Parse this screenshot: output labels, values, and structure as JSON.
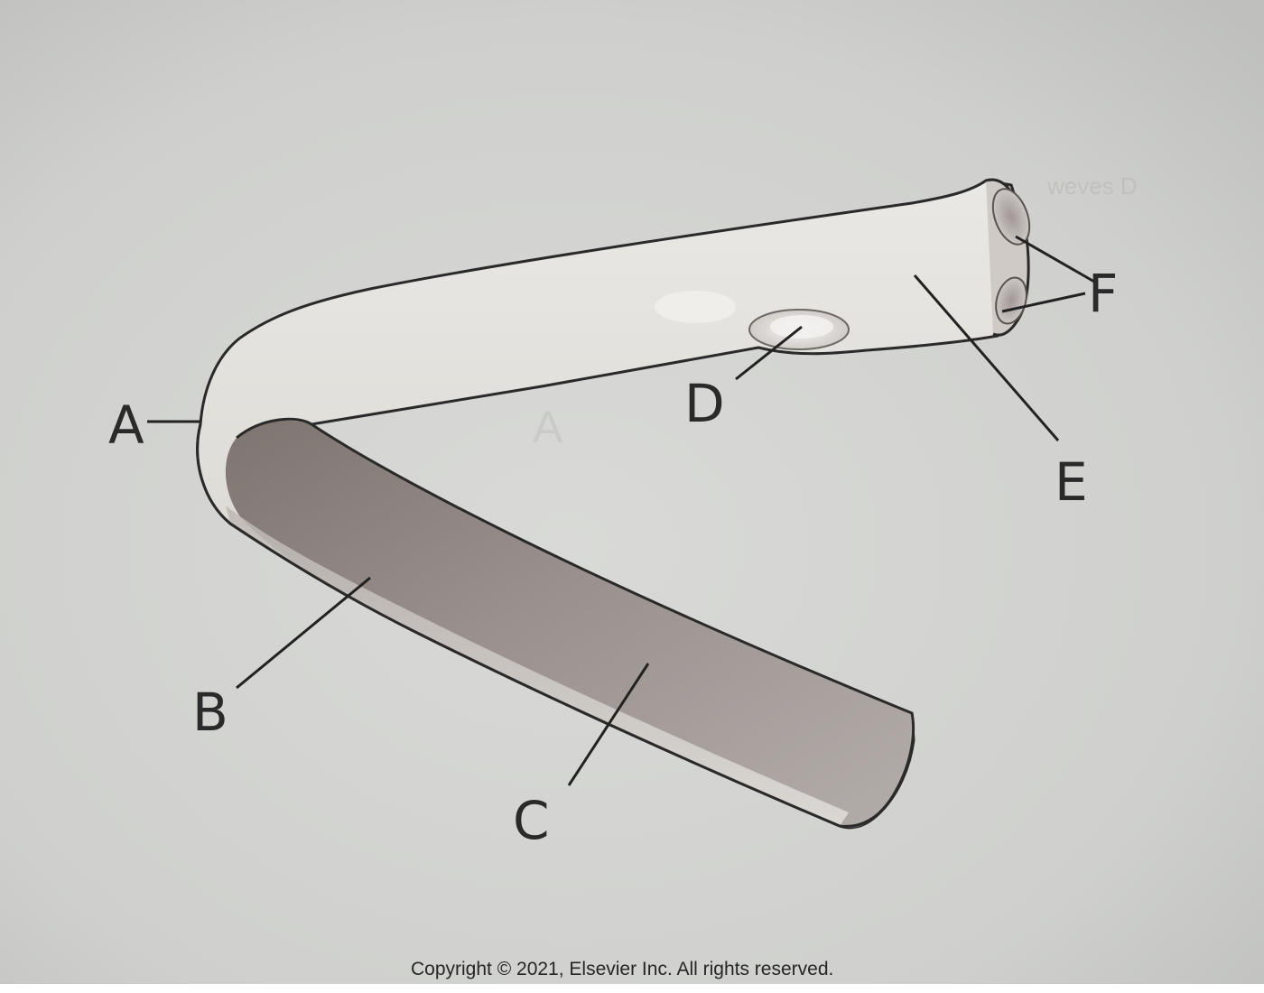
{
  "figure": {
    "labels": {
      "a": "A",
      "b": "B",
      "c": "C",
      "d": "D",
      "e": "E",
      "f": "F"
    },
    "copyright": "Copyright © 2021, Elsevier Inc. All rights reserved."
  },
  "colors": {
    "paper": "#cfd0cd",
    "bone_outline": "#2a2a2a",
    "bone_light": "#e6e4df",
    "bone_shadow": "#8a827f"
  }
}
